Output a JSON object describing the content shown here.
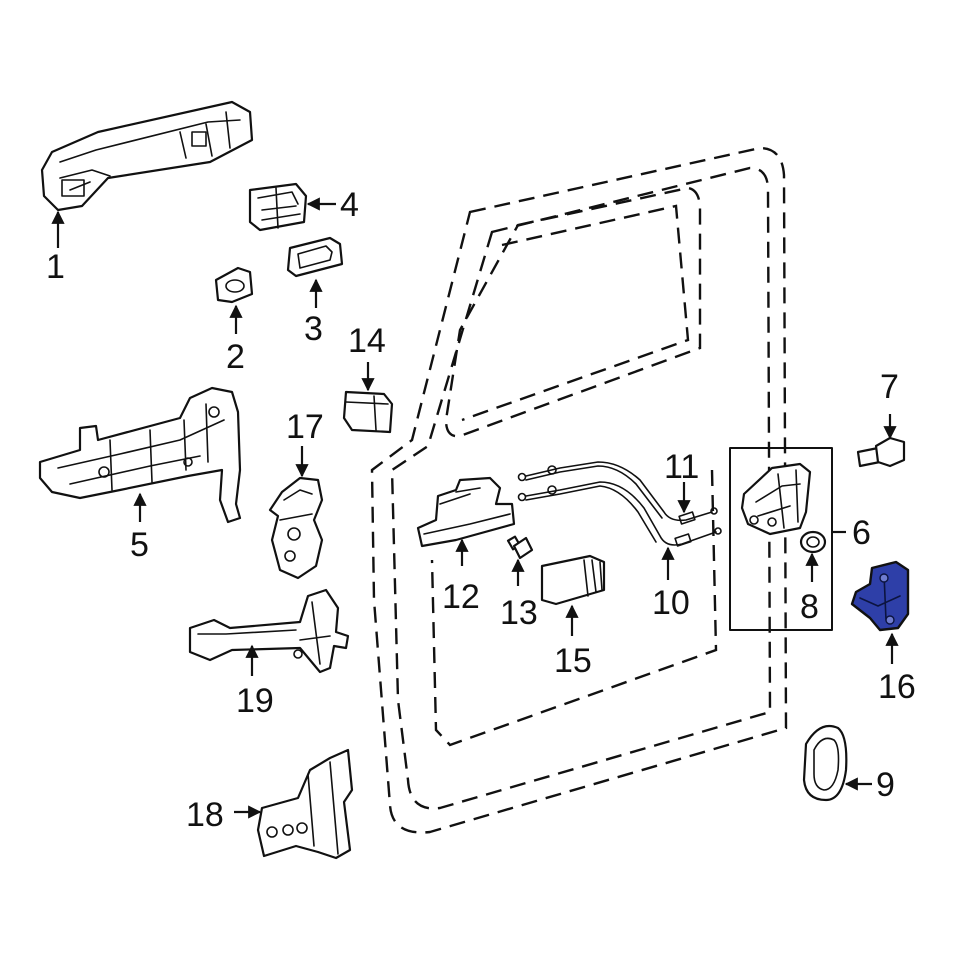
{
  "diagram": {
    "callouts": {
      "c1": "1",
      "c2": "2",
      "c3": "3",
      "c4": "4",
      "c5": "5",
      "c6": "6",
      "c7": "7",
      "c8": "8",
      "c9": "9",
      "c10": "10",
      "c11": "11",
      "c12": "12",
      "c13": "13",
      "c14": "14",
      "c15": "15",
      "c16": "16",
      "c17": "17",
      "c18": "18",
      "c19": "19"
    },
    "colors": {
      "line": "#111111",
      "background": "#ffffff",
      "highlight_part": "#2e3fa8"
    },
    "highlighted_part": "16"
  }
}
